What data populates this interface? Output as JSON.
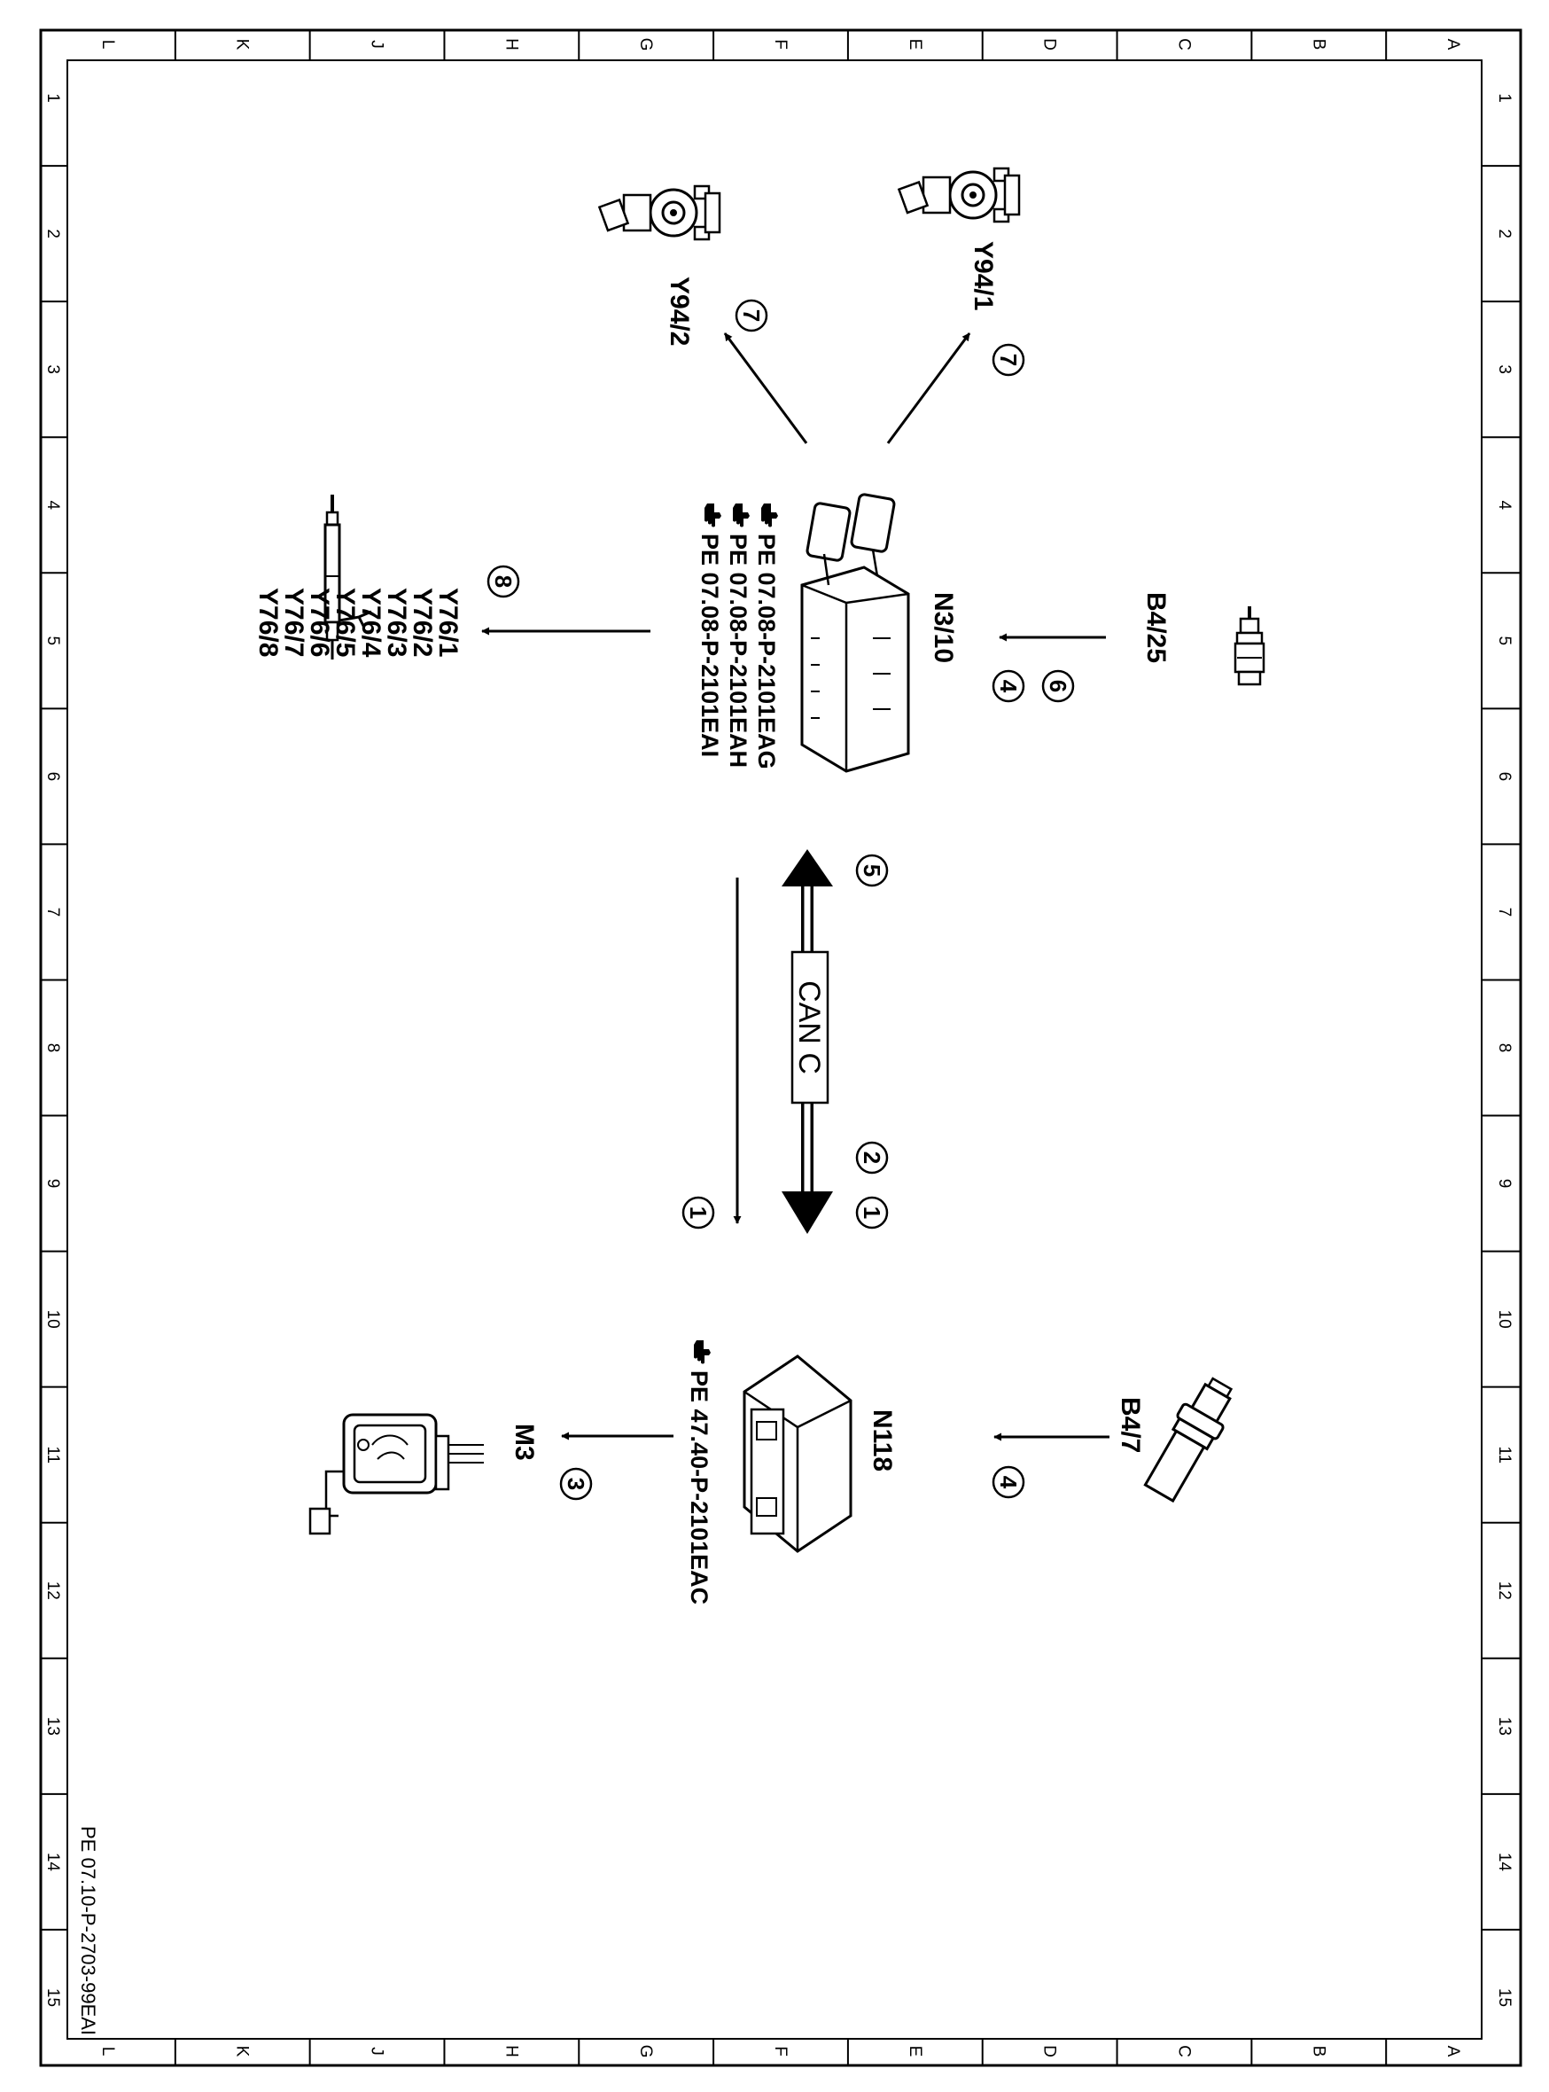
{
  "drawing_number": "PE 07.10-P-2703-99EAI",
  "grid": {
    "letters": [
      "L",
      "K",
      "J",
      "H",
      "G",
      "F",
      "E",
      "D",
      "C",
      "B",
      "A"
    ],
    "numbers": [
      "1",
      "2",
      "3",
      "4",
      "5",
      "6",
      "7",
      "8",
      "9",
      "10",
      "11",
      "12",
      "13",
      "14",
      "15"
    ]
  },
  "components": {
    "y94_2": "Y94/2",
    "y94_1": "Y94/1",
    "b4_25": "B4/25",
    "n3_10": "N3/10",
    "b4_7": "B4/7",
    "n118": "N118",
    "m3": "M3",
    "y76": [
      "Y76/1",
      "Y76/2",
      "Y76/3",
      "Y76/4",
      "Y76/5",
      "Y76/6",
      "Y76/7",
      "Y76/8"
    ]
  },
  "references": {
    "n3_10": [
      "PE 07.08-P-2101EAG",
      "PE 07.08-P-2101EAH",
      "PE 07.08-P-2101EAI"
    ],
    "n118": [
      "PE 47.40-P-2101EAC"
    ]
  },
  "bus_label": "CAN C",
  "callouts": {
    "y94_2": "7",
    "y94_1": "7",
    "y76": "8",
    "n3_10_a": "4",
    "n3_10_b": "6",
    "can_top": "5",
    "can_bottom_a": "2",
    "can_bottom_b": "1",
    "signal_line": "1",
    "n118_in": "4",
    "m3_out": "3"
  },
  "icons": [
    "pointing-hand-icon",
    "valve-icon",
    "sensor-icon",
    "control-unit-icon",
    "injector-icon",
    "pump-icon"
  ]
}
